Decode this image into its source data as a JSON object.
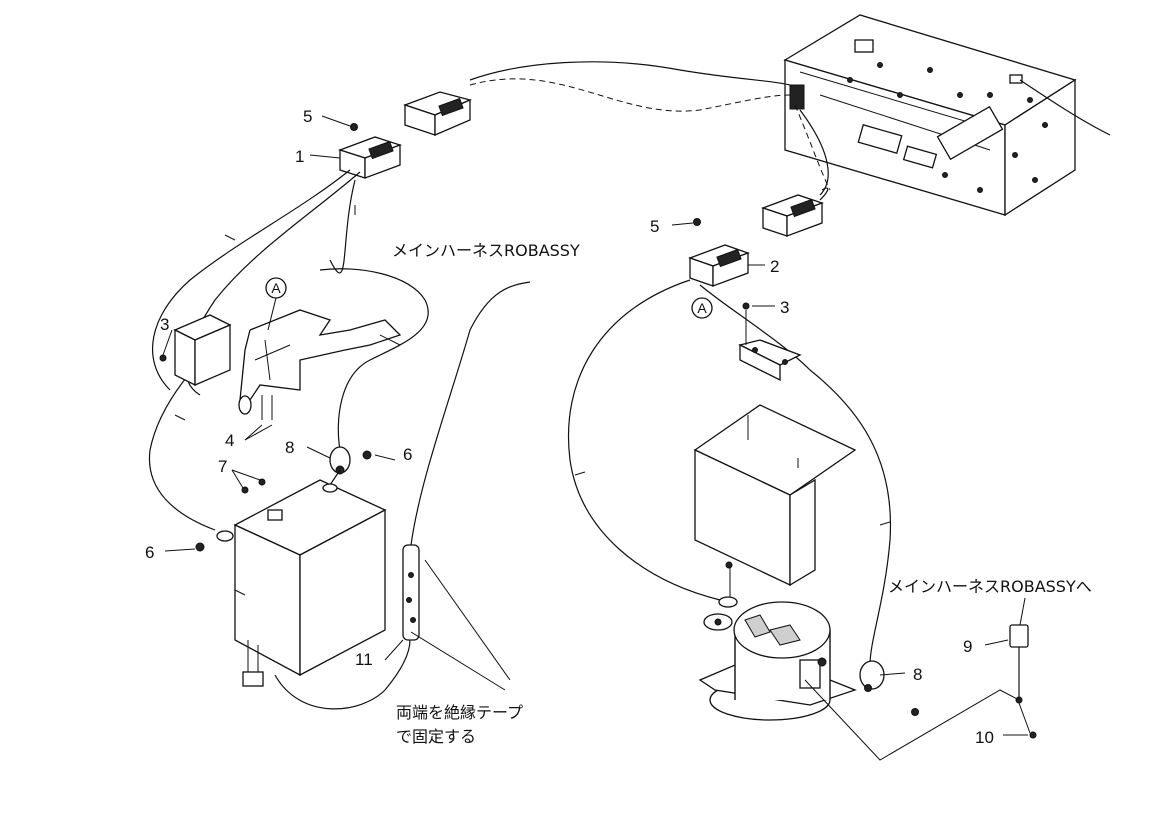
{
  "callouts": {
    "c1": "1",
    "c2": "2",
    "c3_left": "3",
    "c3_right": "3",
    "c4": "4",
    "c5_left": "5",
    "c5_right": "5",
    "c6_left": "6",
    "c6_right": "6",
    "c7": "7",
    "c8_left": "8",
    "c8_right": "8",
    "c9": "9",
    "c10": "10",
    "c11": "11"
  },
  "markers": {
    "a_left": "A",
    "a_right": "A"
  },
  "notes": {
    "harness_center": "メインハーネスROBASSY",
    "harness_right": "メインハーネスROBASSYへ",
    "tape_line1": "両端を絶縁テープ",
    "tape_line2": "で固定する"
  }
}
